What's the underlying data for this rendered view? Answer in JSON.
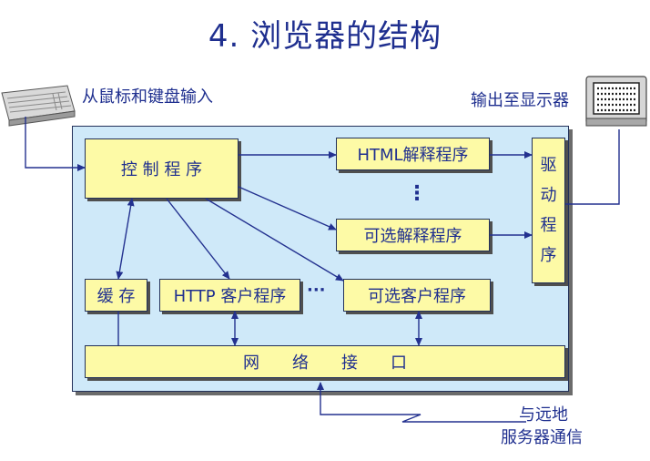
{
  "title": "4. 浏览器的结构",
  "labels": {
    "input": "从鼠标和键盘输入",
    "output": "输出至显示器",
    "remote_line1": "与远地",
    "remote_line2": "服务器通信"
  },
  "boxes": {
    "control": "控 制 程 序",
    "html_interpreter": "HTML解释程序",
    "optional_interpreter": "可选解释程序",
    "driver_chars": [
      "驱",
      "动",
      "程",
      "序"
    ],
    "cache": "缓 存",
    "http_client": "HTTP 客户程序",
    "optional_client": "可选客户程序",
    "network": "网　　络　　接　　口"
  },
  "ellipsis_vertical": "⋮",
  "ellipsis_horizontal": "···",
  "icons": [
    "keyboard-icon",
    "monitor-icon"
  ],
  "colors": {
    "text": "#1f2f8f",
    "panel": "#cfe9f9",
    "box": "#fdfaa6",
    "line": "#23318f"
  }
}
